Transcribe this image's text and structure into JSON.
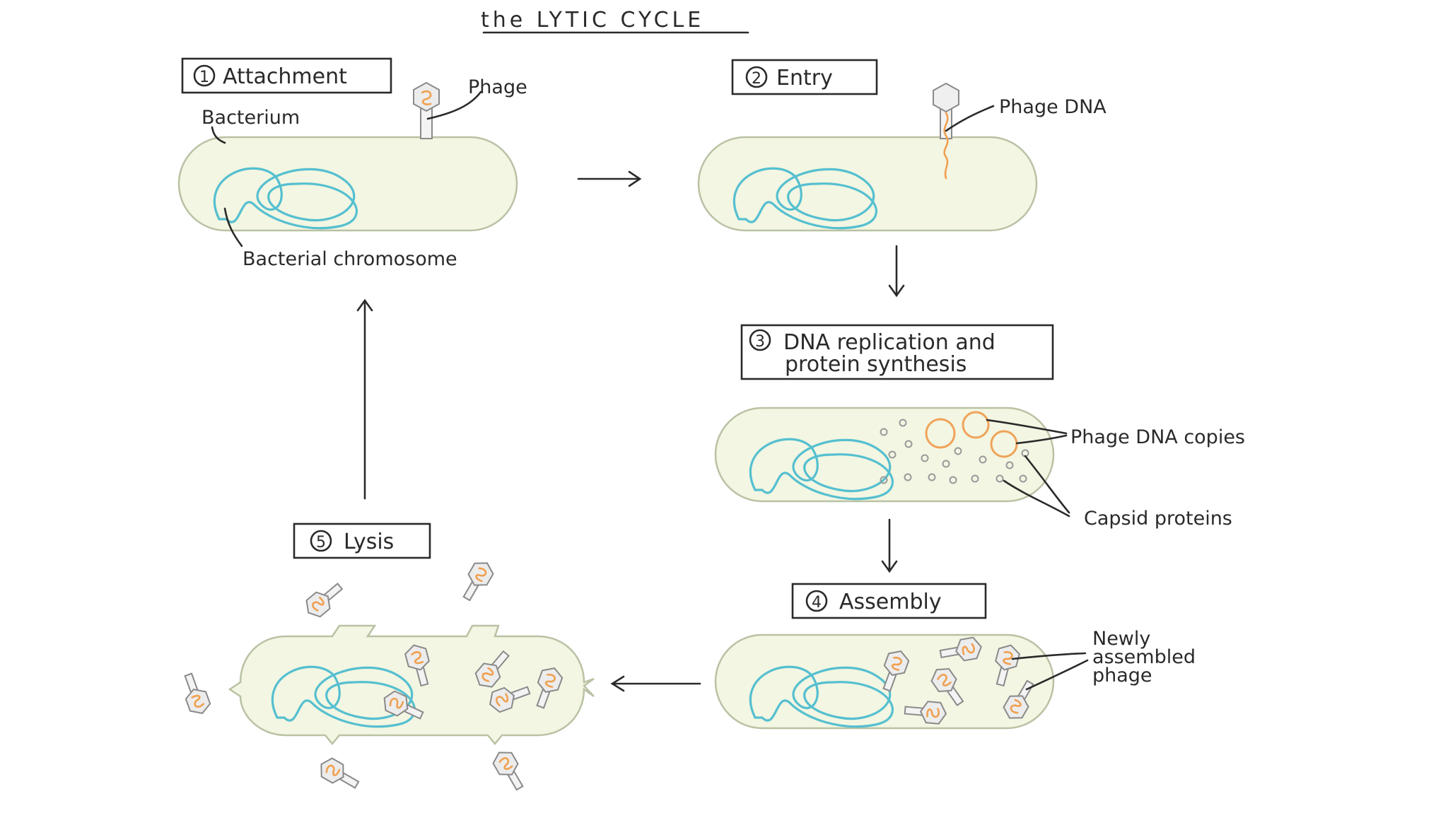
{
  "title": "the LYTIC CYCLE",
  "steps": [
    {
      "num": "1",
      "label": "Attachment"
    },
    {
      "num": "2",
      "label": "Entry"
    },
    {
      "num": "3",
      "label_line1": "DNA replication and",
      "label_line2": "protein synthesis"
    },
    {
      "num": "4",
      "label": "Assembly"
    },
    {
      "num": "5",
      "label": "Lysis"
    }
  ],
  "labels": {
    "phage": "Phage",
    "bacterium": "Bacterium",
    "bacterial_chromosome": "Bacterial chromosome",
    "phage_dna": "Phage DNA",
    "phage_dna_copies": "Phage DNA copies",
    "capsid_proteins": "Capsid proteins",
    "newly_assembled_line1": "Newly",
    "newly_assembled_line2": "assembled",
    "newly_assembled_line3": "phage"
  },
  "colors": {
    "cytoplasm": "#f2f6e2",
    "chromosome": "#55bfd0",
    "phage_dna": "#f0a050",
    "ink": "#2a2a2a"
  }
}
